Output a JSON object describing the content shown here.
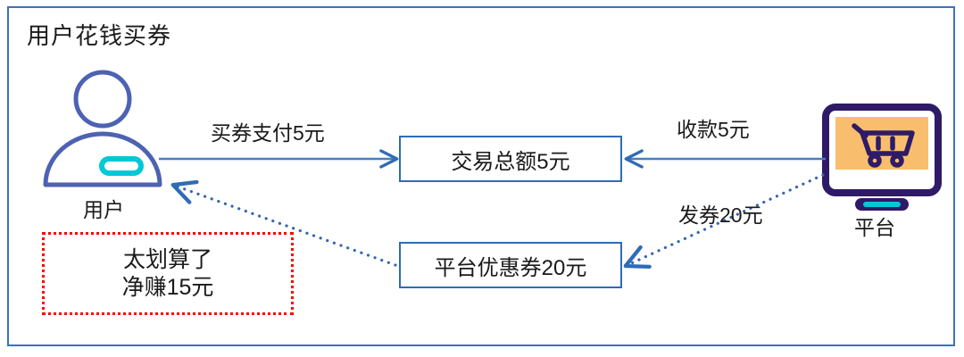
{
  "diagram": {
    "title": "用户花钱买券",
    "frame_color": "#3b72bd",
    "accent_blue": "#2f6cb5",
    "accent_cyan": "#00c8d4",
    "accent_purple": "#2e1a66",
    "accent_orange": "#f9be6d",
    "alert_red": "#ff0000"
  },
  "nodes": {
    "user": {
      "caption": "用户",
      "icon": "user-avatar-icon"
    },
    "platform": {
      "caption": "平台",
      "icon": "monitor-shopping-cart-icon"
    },
    "total_box": {
      "label": "交易总额5元"
    },
    "coupon_box": {
      "label": "平台优惠券20元"
    }
  },
  "edges": [
    {
      "name": "user-to-total",
      "label": "买券支付5元",
      "style": "solid",
      "from": "user",
      "to": "total_box"
    },
    {
      "name": "platform-to-total",
      "label": "收款5元",
      "style": "solid",
      "from": "platform",
      "to": "total_box"
    },
    {
      "name": "platform-to-coupon",
      "label": "发券20元",
      "style": "dotted",
      "from": "platform",
      "to": "coupon_box"
    },
    {
      "name": "coupon-to-user",
      "label": "",
      "style": "dotted",
      "from": "coupon_box",
      "to": "user"
    }
  ],
  "callout": {
    "line1": "太划算了",
    "line2": "净赚15元"
  }
}
